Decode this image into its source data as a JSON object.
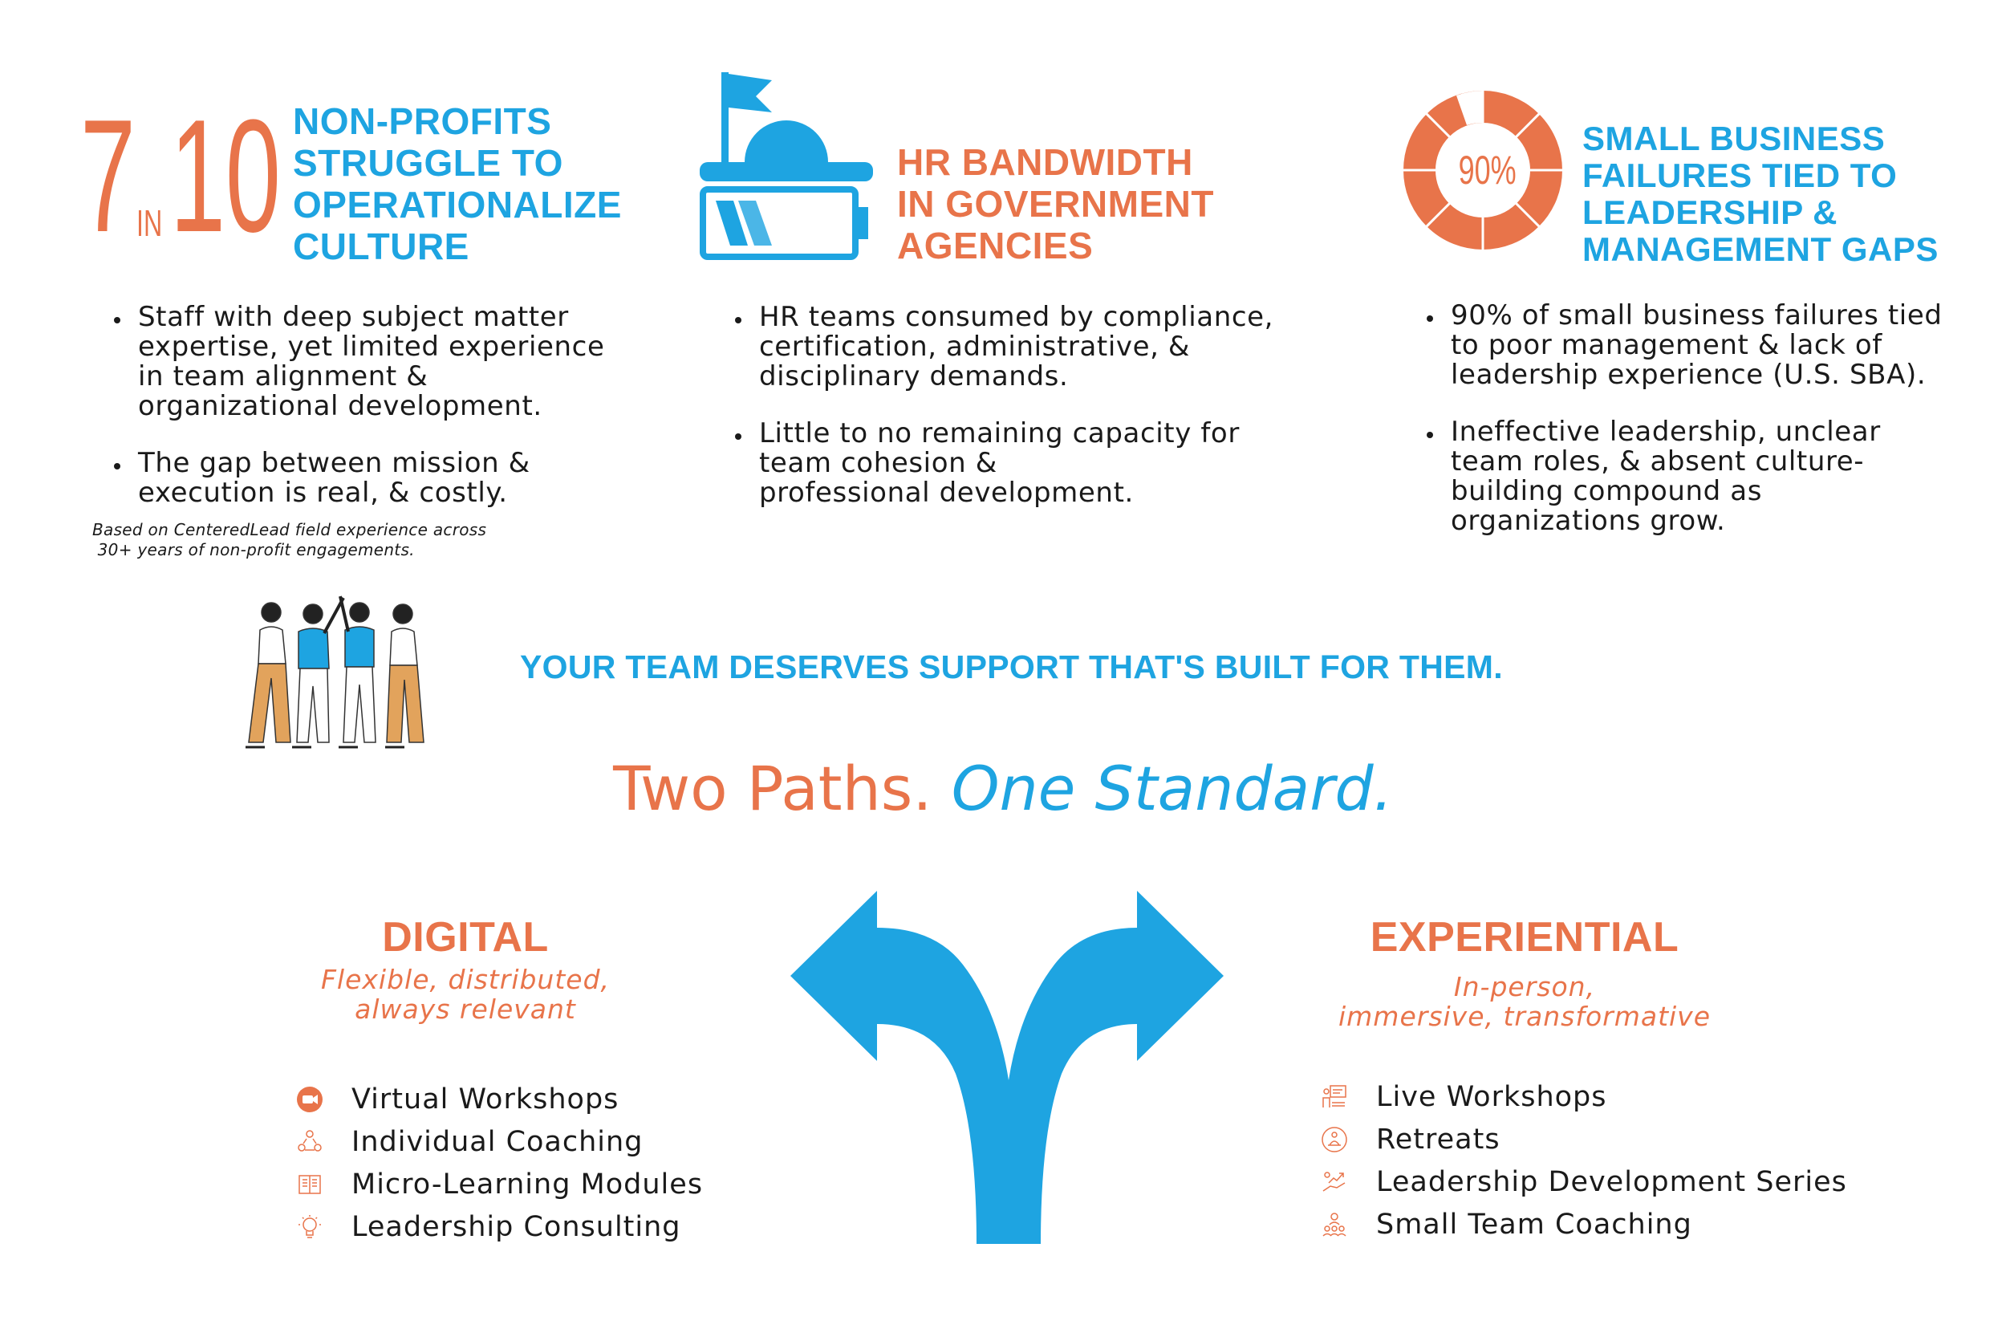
{
  "stat1": {
    "number_left": "7",
    "number_in": "IN",
    "number_right": "10",
    "heading": [
      "NON-PROFITS",
      "STRUGGLE TO",
      "OPERATIONALIZE",
      "CULTURE"
    ],
    "bullets": [
      [
        "Staff with deep subject matter",
        "expertise, yet limited experience",
        "in team alignment &",
        "organizational development."
      ],
      [
        "The gap between mission &",
        "execution is real, & costly."
      ]
    ],
    "note": [
      "Based on CenteredLead field experience across",
      " 30+ years of non-profit engagements."
    ]
  },
  "stat2": {
    "icon": "government-building-battery-icon",
    "heading": [
      "HR BANDWIDTH",
      "IN GOVERNMENT",
      "AGENCIES"
    ],
    "bullets": [
      [
        "HR teams consumed by compliance,",
        "certification, administrative, &",
        "disciplinary demands."
      ],
      [
        "Little to no remaining capacity for",
        "team cohesion &",
        "professional development."
      ]
    ]
  },
  "stat3": {
    "donut_label": "90%",
    "donut_value_percent": 90,
    "heading": [
      "SMALL BUSINESS",
      "FAILURES TIED TO",
      "LEADERSHIP &",
      "MANAGEMENT GAPS"
    ],
    "bullets": [
      [
        "90% of small business failures tied",
        "to poor management & lack of",
        "leadership experience (U.S. SBA)."
      ],
      [
        "Ineffective leadership, unclear",
        "team roles, & absent culture-",
        "building compound as",
        "organizations grow."
      ]
    ]
  },
  "team_illustration": "team-high-five-illustration",
  "tagline": "YOUR TEAM DESERVES SUPPORT THAT'S BUILT FOR THEM.",
  "paths_title": {
    "part1": "Two Paths.",
    "part2": "One Standard."
  },
  "digital": {
    "title": "DIGITAL",
    "subtitle": [
      "Flexible, distributed,",
      "always relevant"
    ],
    "items": [
      {
        "label": "Virtual Workshops",
        "icon": "video-camera-icon"
      },
      {
        "label": "Individual Coaching",
        "icon": "coaching-network-icon"
      },
      {
        "label": "Micro-Learning Modules",
        "icon": "book-icon"
      },
      {
        "label": "Leadership Consulting",
        "icon": "lightbulb-icon"
      }
    ]
  },
  "experiential": {
    "title": "EXPERIENTIAL",
    "subtitle": [
      "In-person,",
      "immersive, transformative"
    ],
    "items": [
      {
        "label": "Live Workshops",
        "icon": "presentation-board-icon"
      },
      {
        "label": "Retreats",
        "icon": "meditation-icon"
      },
      {
        "label": "Leadership Development Series",
        "icon": "growth-hand-icon"
      },
      {
        "label": "Small Team Coaching",
        "icon": "team-group-icon"
      }
    ]
  },
  "colors": {
    "blue": "#1ea4e1",
    "orange": "#e8744a",
    "tan": "#e2a35c"
  }
}
